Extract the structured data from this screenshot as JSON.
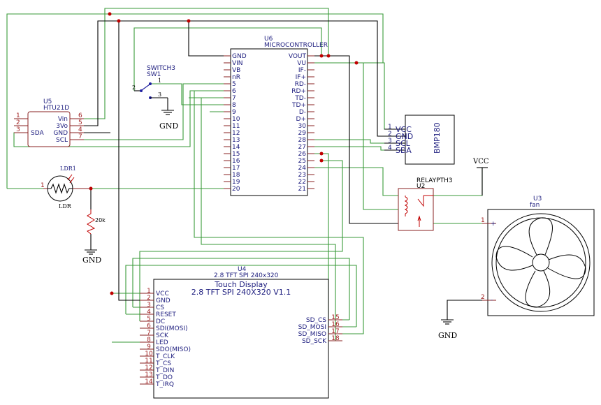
{
  "u6": {
    "ref": "U6",
    "name": "MICROCONTROLLER",
    "left_pins": [
      "GND",
      "VIN",
      "VB",
      "nR",
      "5",
      "6",
      "7",
      "8",
      "9",
      "10",
      "11",
      "12",
      "13",
      "14",
      "15",
      "16",
      "17",
      "18",
      "19",
      "20"
    ],
    "right_pins": [
      "VOUT",
      "VU",
      "IF-",
      "IF+",
      "RD-",
      "RD+",
      "TD-",
      "TD+",
      "D-",
      "D+",
      "30",
      "29",
      "28",
      "27",
      "26",
      "25",
      "24",
      "23",
      "22",
      "21"
    ]
  },
  "u5": {
    "ref": "U5",
    "name": "HTU21D",
    "left_pin_numbers": [
      "1",
      "2",
      "3"
    ],
    "left_label": "SDA",
    "right_pins": [
      {
        "name": "Vin",
        "num": "6"
      },
      {
        "name": "3Vo",
        "num": "5"
      },
      {
        "name": "GND",
        "num": "4"
      },
      {
        "name": "SCL",
        "num": "7"
      }
    ]
  },
  "sw1": {
    "ref": "SWITCH3",
    "name": "SW1",
    "pins": [
      "1",
      "2",
      "3"
    ],
    "gnd": "GND"
  },
  "ldr": {
    "ref": "LDR1",
    "name": "LDR",
    "pin": "1"
  },
  "res": {
    "value": "20k",
    "gnd": "GND"
  },
  "bmp": {
    "name": "BMP180",
    "pins": [
      {
        "num": "1",
        "name": "VCC"
      },
      {
        "num": "2",
        "name": "GND"
      },
      {
        "num": "3",
        "name": "SCL"
      },
      {
        "num": "4",
        "name": "SDA"
      }
    ]
  },
  "relay": {
    "ref": "U2",
    "name": "RELAYPTH3",
    "vcc": "VCC"
  },
  "fan": {
    "ref": "U3",
    "name": "fan",
    "pin1": "1",
    "pin1_sign": "+",
    "pin2": "2",
    "pin2_sign": "-",
    "gnd": "GND"
  },
  "u4": {
    "ref": "U4",
    "name": "2.8 TFT SPI 240x320",
    "title1": "Touch Display",
    "title2": "2.8 TFT SPI 240X320 V1.1",
    "left_pins": [
      {
        "num": "1",
        "name": "VCC"
      },
      {
        "num": "2",
        "name": "GND"
      },
      {
        "num": "3",
        "name": "CS"
      },
      {
        "num": "4",
        "name": "RESET"
      },
      {
        "num": "5",
        "name": "DC"
      },
      {
        "num": "6",
        "name": "SDI(MOSI)"
      },
      {
        "num": "7",
        "name": "SCK"
      },
      {
        "num": "8",
        "name": "LED"
      },
      {
        "num": "9",
        "name": "SDO(MISO)"
      },
      {
        "num": "10",
        "name": "T_CLK"
      },
      {
        "num": "11",
        "name": "T_CS"
      },
      {
        "num": "12",
        "name": "T_DIN"
      },
      {
        "num": "13",
        "name": "T_DO"
      },
      {
        "num": "14",
        "name": "T_IRQ"
      }
    ],
    "right_pins": [
      {
        "num": "15",
        "name": "SD_CS"
      },
      {
        "num": "16",
        "name": "SD_MOSI"
      },
      {
        "num": "17",
        "name": "SD_MISO"
      },
      {
        "num": "18",
        "name": "SD_SCK"
      }
    ]
  }
}
